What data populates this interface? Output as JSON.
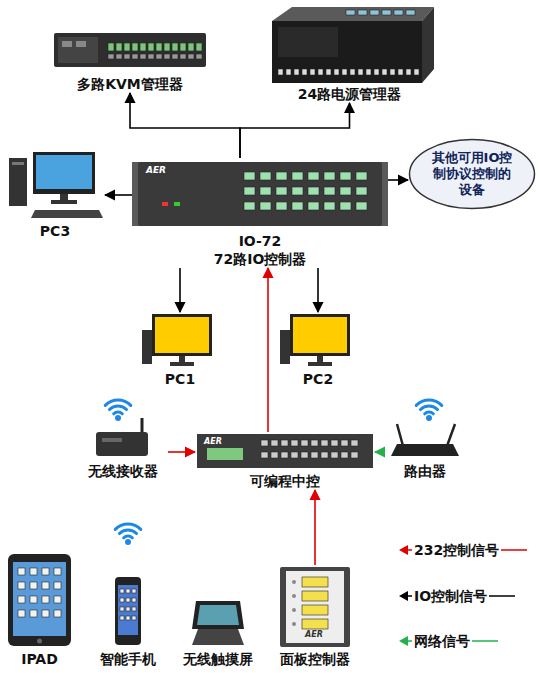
{
  "diagram": {
    "nodes": [
      {
        "text": [
          "多路KVM管理器"
        ]
      },
      {
        "text": [
          "24路电源管理器"
        ]
      },
      {
        "text": [
          "PC3"
        ]
      },
      {
        "text": [
          "IO-72",
          "72路IO控制器"
        ]
      },
      {
        "text": [
          "其他可用IO控制协议控制的设备"
        ]
      },
      {
        "text": [
          "PC1"
        ]
      },
      {
        "text": [
          "PC2"
        ]
      },
      {
        "text": [
          "无线接收器"
        ]
      },
      {
        "text": [
          "可编程中控"
        ]
      },
      {
        "text": [
          "路由器"
        ]
      },
      {
        "text": [
          "IPAD"
        ]
      },
      {
        "text": [
          "智能手机"
        ]
      },
      {
        "text": [
          "无线触摸屏"
        ]
      },
      {
        "text": [
          "面板控制器"
        ]
      }
    ],
    "edges": [
      {
        "from": 3,
        "to": 0,
        "arrow": "to"
      },
      {
        "from": 3,
        "to": 1,
        "arrow": "to"
      },
      {
        "from": 3,
        "to": 2,
        "arrow": "to"
      },
      {
        "from": 3,
        "to": 4,
        "arrow": "to"
      },
      {
        "from": 3,
        "to": 5,
        "arrow": "to"
      },
      {
        "from": 3,
        "to": 6,
        "arrow": "to"
      },
      {
        "from": 8,
        "to": 3,
        "arrow": "to"
      },
      {
        "from": 7,
        "to": 8,
        "arrow": "to"
      },
      {
        "from": 9,
        "to": 8,
        "arrow": "to"
      },
      {
        "from": 13,
        "to": 8,
        "arrow": "to"
      }
    ],
    "labels": [
      "AER",
      "AER",
      "AER"
    ],
    "legend": [
      {
        "text": "232控制信号"
      },
      {
        "text": "IO控制信号"
      },
      {
        "text": "网络信号"
      }
    ]
  }
}
